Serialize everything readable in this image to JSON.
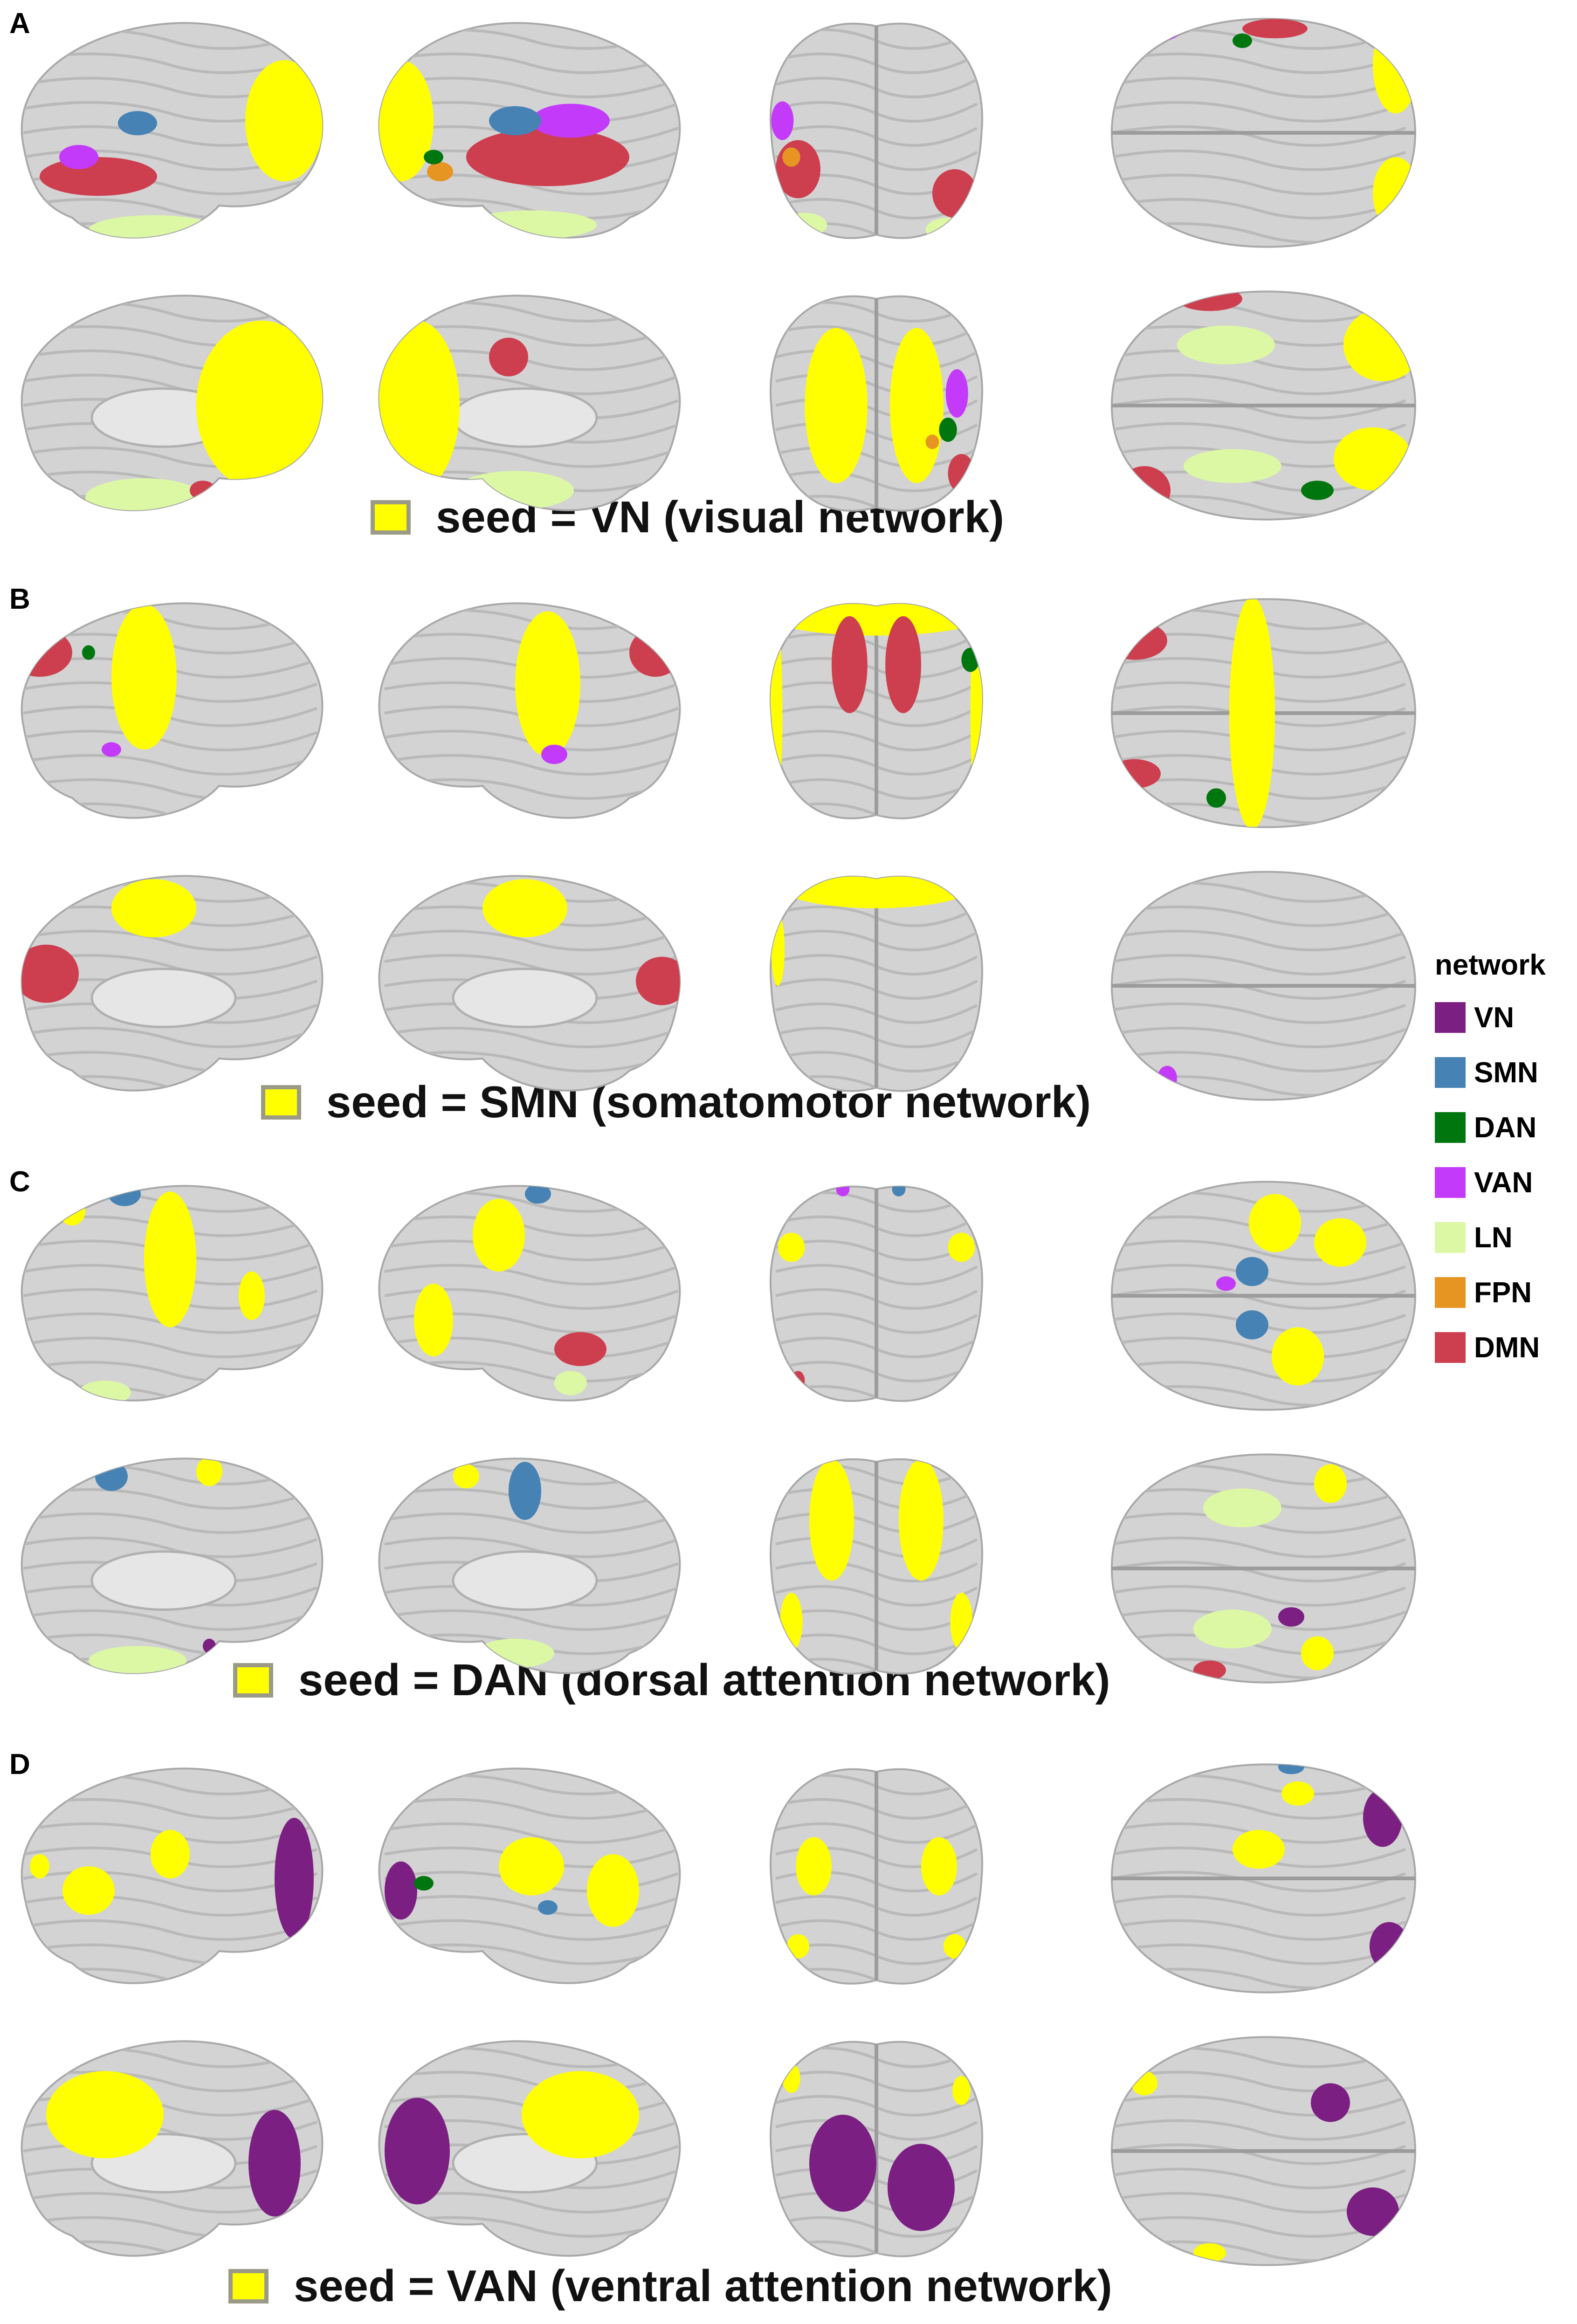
{
  "panels": [
    {
      "letter": "A",
      "caption": "seed = VN (visual network)"
    },
    {
      "letter": "B",
      "caption": "seed = SMN (somatomotor network)"
    },
    {
      "letter": "C",
      "caption": "seed = DAN (dorsal attention network)"
    },
    {
      "letter": "D",
      "caption": "seed = VAN (ventral attention network)"
    }
  ],
  "seed_color": "#ffff00",
  "cortex_color": "#d3d3d3",
  "legend": {
    "title": "network",
    "items": [
      {
        "label": "VN",
        "color": "#7b1f82"
      },
      {
        "label": "SMN",
        "color": "#4682b4"
      },
      {
        "label": "DAN",
        "color": "#00760e"
      },
      {
        "label": "VAN",
        "color": "#c43afa"
      },
      {
        "label": "LN",
        "color": "#dcf8a4"
      },
      {
        "label": "FPN",
        "color": "#e69422"
      },
      {
        "label": "DMN",
        "color": "#cd3e4e"
      }
    ]
  },
  "views": [
    "left-lateral",
    "right-lateral",
    "posterior",
    "superior",
    "left-medial",
    "right-medial",
    "anterior",
    "inferior"
  ]
}
